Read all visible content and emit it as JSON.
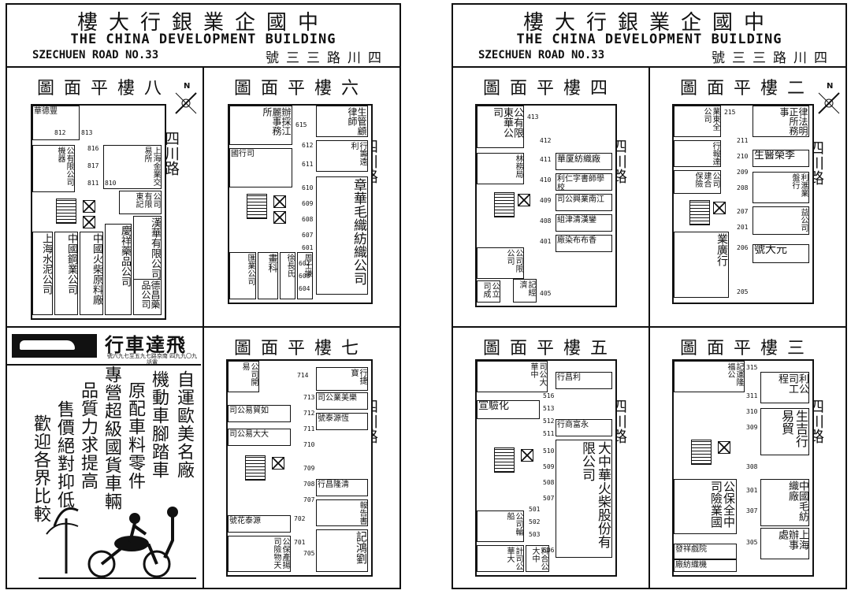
{
  "header": {
    "cn_title": "樓大行銀業企國中",
    "en_title": "THE CHINA DEVELOPMENT BUILDING",
    "road_en": "SZECHUEN ROAD NO.33",
    "road_cn": "號三三路川四"
  },
  "road_label": "四川路",
  "compass_n": "N",
  "floors": {
    "f8": {
      "title": "圖面平樓八",
      "tenants": [
        "華德豐",
        "公有限公司機器",
        "上海金業交易所",
        "公司有限東記",
        "上海水泥公司",
        "中國鋼業公司",
        "中國火柴原料廠",
        "慶祥藥品公司",
        "漢華有限公司",
        "德昌藥品公司"
      ],
      "rooms": [
        "813",
        "812",
        "816",
        "817",
        "810",
        "811"
      ]
    },
    "f6": {
      "title": "圖面平樓六",
      "tenants": [
        "辦採江麗事務所",
        "生管顧律師",
        "國行司",
        "行籌遠利",
        "章華毛織紡織公司",
        "匯業公司",
        "畫科",
        "徐長氏",
        "周士謙"
      ],
      "rooms": [
        "615",
        "612",
        "611",
        "610",
        "609",
        "608",
        "607",
        "601",
        "602",
        "603",
        "604"
      ]
    },
    "f4": {
      "title": "圖面平樓四",
      "tenants": [
        "公有限東華公司",
        "林務局",
        "華厦紡織廠",
        "利仁字書師學校",
        "司公興業南江",
        "組津清漢鑾",
        "廠染布布香",
        "公司限公司",
        "公立司成",
        "記經濟"
      ],
      "rooms": [
        "413",
        "412",
        "411",
        "410",
        "409",
        "408",
        "401",
        "405"
      ]
    },
    "f2": {
      "title": "圖面平樓二",
      "tenants": [
        "業東全公司",
        "律法明正所務事",
        "行報達",
        "生醫榮李",
        "公司建合保險",
        "利滙業盤行",
        "業廣行",
        "益公司",
        "號大元"
      ],
      "rooms": [
        "215",
        "211",
        "210",
        "209",
        "208",
        "207",
        "206",
        "201",
        "205"
      ]
    },
    "f7": {
      "title": "圖面平樓七",
      "tenants": [
        "公司開易",
        "行捷寶",
        "司公業美樂",
        "司公易貿如",
        "號泰源恆",
        "司公易大大",
        "行昌隆清",
        "報告書",
        "號花泰源",
        "公保產揚司險物天",
        "記鴻劉"
      ],
      "rooms": [
        "714",
        "713",
        "712",
        "711",
        "710",
        "709",
        "708",
        "707",
        "702",
        "701",
        "705"
      ]
    },
    "f5": {
      "title": "圖面平樓五",
      "tenants": [
        "司公大華中",
        "行昌利",
        "宣驗化",
        "行商富永",
        "大中華火柴股份有限公司",
        "公司輪船",
        "計司公華大",
        "料合公大中"
      ],
      "rooms": [
        "516",
        "513",
        "512",
        "511",
        "510",
        "509",
        "508",
        "507",
        "502",
        "503",
        "506",
        "501"
      ]
    },
    "f3": {
      "title": "圖面平樓三",
      "tenants": [
        "記運隆福公",
        "利公司工程",
        "生吉行易貿",
        "公保全中司險業國",
        "中國毛紡織廠",
        "上海辦事處",
        "發祥戲院",
        "廠紡織機"
      ],
      "rooms": [
        "315",
        "311",
        "310",
        "309",
        "308",
        "301",
        "307",
        "305"
      ]
    }
  },
  "ad": {
    "name": "行車達飛",
    "addr": "號六九七至五九七路京南 四九九〇九話電",
    "lines": [
      "自運歐美名廠",
      "機動車腳踏車",
      "原配車料零件",
      "專營超級國貨車輛",
      "品質力求提高",
      "售價絕對抑低",
      "歡迎各界比較"
    ]
  }
}
